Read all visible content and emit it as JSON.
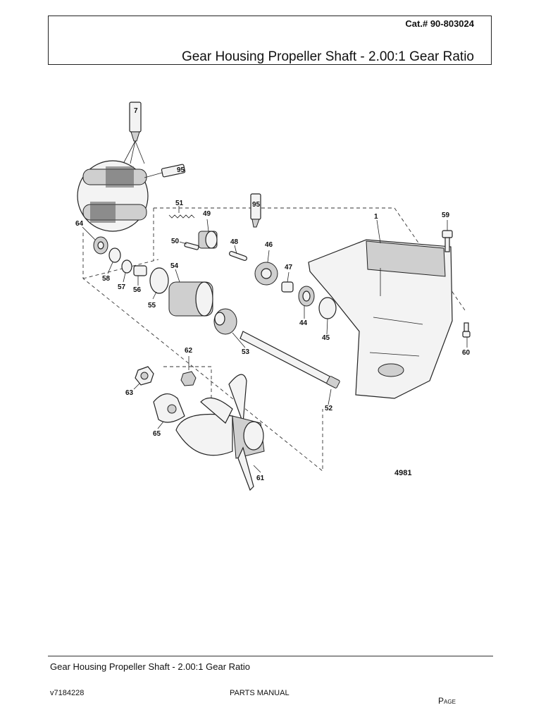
{
  "header": {
    "catalog": "Cat.# 90-803024",
    "title": "Gear Housing Propeller Shaft - 2.00:1 Gear Ratio"
  },
  "diagram": {
    "figure_number": "4981",
    "callouts": {
      "c1": "1",
      "c7": "7",
      "c95a": "95",
      "c95b": "95",
      "c44": "44",
      "c45": "45",
      "c46": "46",
      "c47": "47",
      "c48": "48",
      "c49": "49",
      "c50": "50",
      "c51": "51",
      "c52": "52",
      "c53": "53",
      "c54": "54",
      "c55": "55",
      "c56": "56",
      "c57": "57",
      "c58": "58",
      "c59": "59",
      "c60": "60",
      "c61": "61",
      "c62": "62",
      "c63": "63",
      "c64": "64",
      "c65": "65"
    }
  },
  "footer": {
    "title": "Gear Housing Propeller Shaft - 2.00:1 Gear Ratio",
    "version": "v7184228",
    "manual": "PARTS MANUAL",
    "page": "Page"
  }
}
